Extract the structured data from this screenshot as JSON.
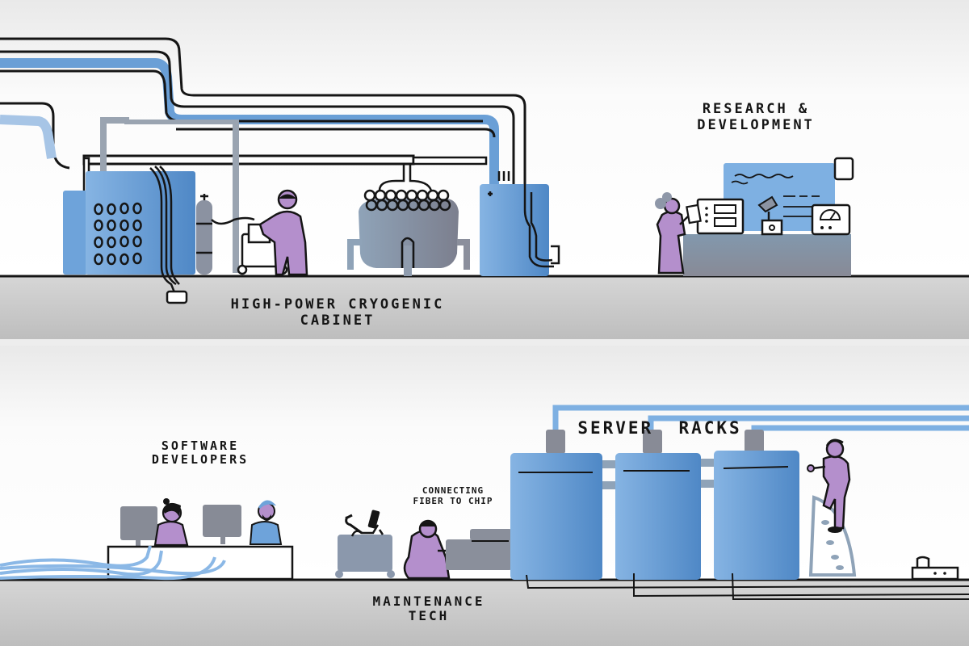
{
  "colors": {
    "background": "#f1f1f1",
    "floor": "#c9c9c9",
    "ink": "#151515",
    "blue": "#7eaee0",
    "blue_dark": "#5a90cc",
    "slate": "#8797aa",
    "gray": "#8a8d98",
    "purple": "#b48fcc",
    "white": "#ffffff"
  },
  "top_panel": {
    "labels": {
      "cryogenic": [
        "HIGH-POWER CRYOGENIC",
        "CABINET"
      ],
      "research": [
        "RESEARCH &",
        "DEVELOPMENT"
      ]
    }
  },
  "bottom_panel": {
    "labels": {
      "software": [
        "SOFTWARE",
        "DEVELOPERS"
      ],
      "fiber": [
        "CONNECTING",
        "FIBER TO CHIP"
      ],
      "maintenance": [
        "MAINTENANCE",
        "TECH"
      ],
      "servers": [
        "SERVER  RACKS"
      ]
    },
    "server_rack_count": 3
  }
}
